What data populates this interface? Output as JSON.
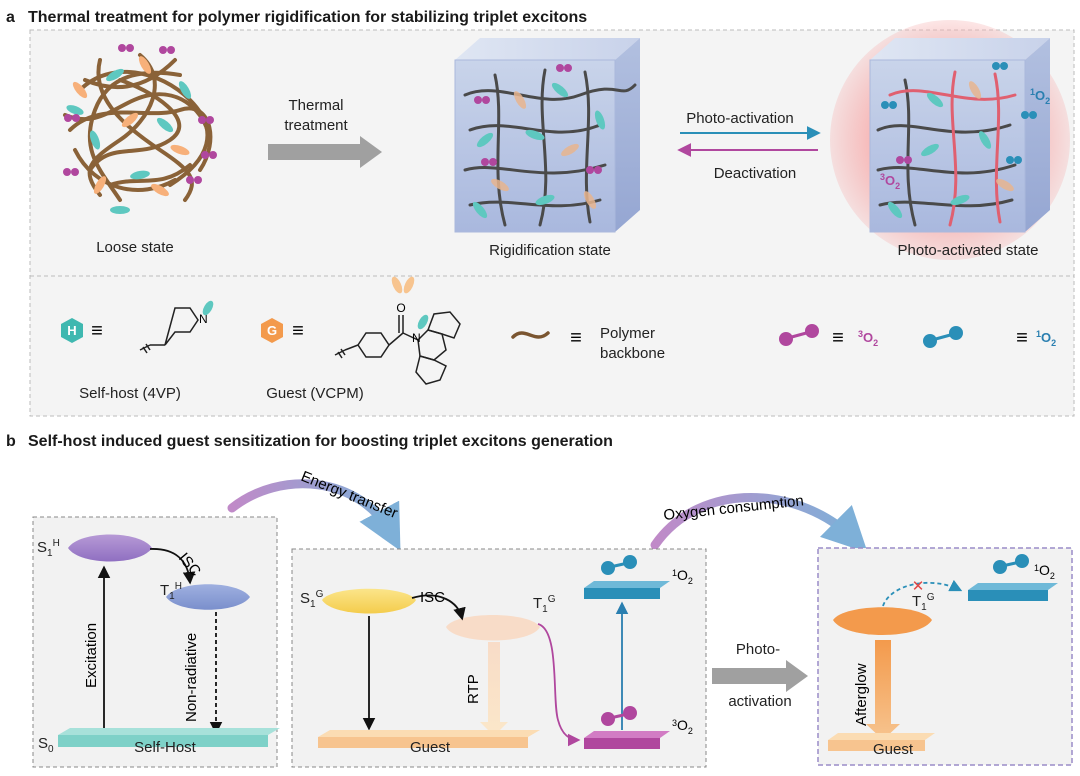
{
  "panel_a": {
    "letter": "a",
    "title": "Thermal treatment for polymer rigidification for stabilizing triplet excitons",
    "thermal_line1": "Thermal",
    "thermal_line2": "treatment",
    "photo_activation": "Photo-activation",
    "deactivation": "Deactivation",
    "loose_state": "Loose state",
    "rigid_state": "Rigidification state",
    "photo_state": "Photo-activated state",
    "singlet_o2": "O",
    "singlet_sup": "1",
    "triplet_o2": "O",
    "triplet_sup": "3",
    "o2_sub": "2",
    "legend": {
      "h_badge": "H",
      "g_badge": "G",
      "equiv": "≡",
      "self_host": "Self-host (4VP)",
      "guest": "Guest (VCPM)",
      "polymer_line1": "Polymer",
      "polymer_line2": "backbone",
      "n_label": "N",
      "o_label": "O"
    },
    "colors": {
      "host": "#3fb8b0",
      "guest": "#f39a4c",
      "polymer": "#7a5530",
      "triplet_o2": "#b0479e",
      "singlet_o2": "#2a8fb8",
      "activated": "#e06070"
    }
  },
  "panel_b": {
    "letter": "b",
    "title": "Self-host induced guest sensitization for boosting triplet excitons generation",
    "energy_transfer": "Energy transfer",
    "oxygen_consumption": "Oxygen consumption",
    "photo_line1": "Photo-",
    "photo_line2": "activation",
    "box1": {
      "s1": "S",
      "s1_sub": "1",
      "s1_sup": "H",
      "t1": "T",
      "t1_sub": "1",
      "t1_sup": "H",
      "s0": "S",
      "s0_sub": "0",
      "isc": "ISC",
      "excitation": "Excitation",
      "non_radiative": "Non-radiative",
      "base": "Self-Host"
    },
    "box2": {
      "s1": "S",
      "s1_sub": "1",
      "s1_sup": "G",
      "t1": "T",
      "t1_sub": "1",
      "t1_sup": "G",
      "isc": "ISC",
      "rtp": "RTP",
      "base": "Guest",
      "singlet_o2": "O",
      "singlet_sup": "1",
      "triplet_o2": "O",
      "triplet_sup": "3",
      "o2_sub": "2"
    },
    "box3": {
      "t1": "T",
      "t1_sub": "1",
      "t1_sup": "G",
      "afterglow": "Afterglow",
      "base": "Guest",
      "singlet_o2": "O",
      "singlet_sup": "1",
      "o2_sub": "2",
      "blocked": "✕"
    }
  }
}
